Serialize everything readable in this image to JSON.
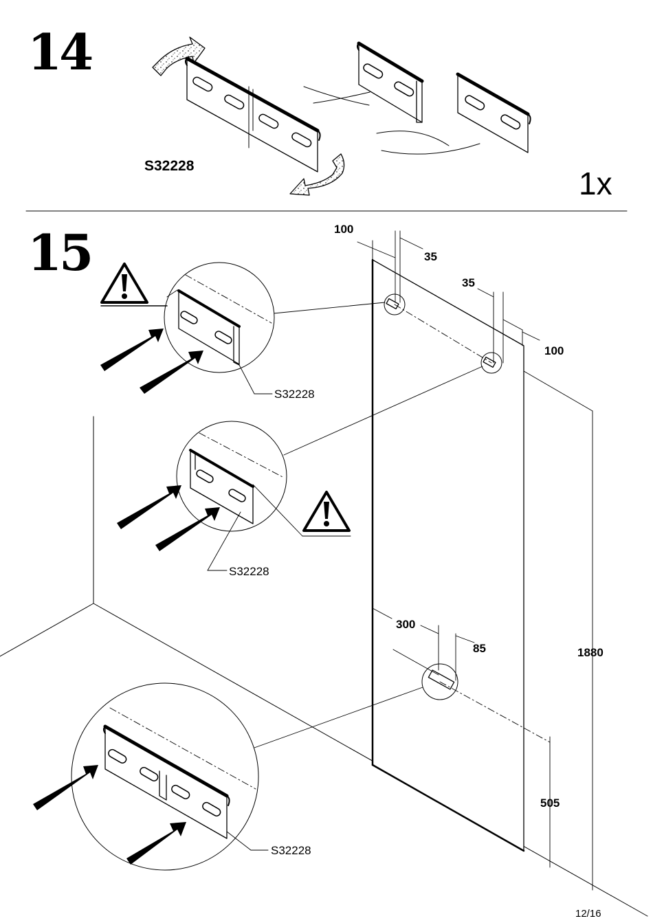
{
  "step14": {
    "number": "14",
    "part_code": "S32228",
    "quantity": "1x"
  },
  "step15": {
    "number": "15",
    "callouts": [
      "S32228",
      "S32228",
      "S32228"
    ],
    "dimensions": {
      "top_left_offset": "100",
      "top_left_bracket": "35",
      "top_right_bracket": "35",
      "top_right_offset": "100",
      "bottom_offset": "300",
      "bottom_bracket": "85",
      "total_height": "1880",
      "bottom_height": "505"
    }
  },
  "icons": [
    "warning-icon",
    "arrow-icon",
    "rotate-arrow-icon"
  ],
  "page_number": "12/16"
}
